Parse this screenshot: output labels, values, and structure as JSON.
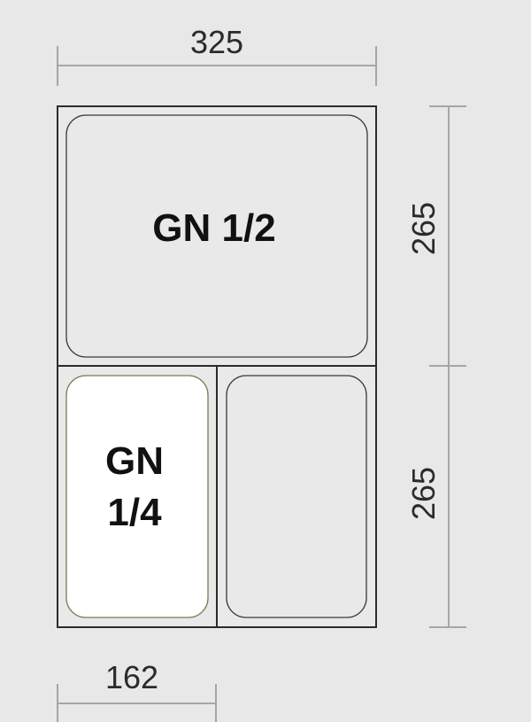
{
  "dimensions": {
    "top_width": "325",
    "right_upper_height": "265",
    "right_lower_height": "265",
    "bottom_width": "162"
  },
  "pans": {
    "half": {
      "line1": "GN 1/2"
    },
    "quarter": {
      "line1": "GN",
      "line2": "1/4"
    },
    "empty_quarter": {}
  },
  "colors": {
    "background": "#e8e8e8",
    "frame_stroke": "#2b2b2b",
    "dimension_line": "#a6a6a6",
    "highlight_fill": "#ffffff"
  }
}
